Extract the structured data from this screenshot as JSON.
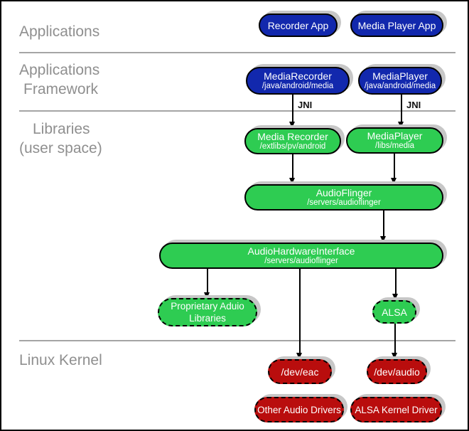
{
  "layers": {
    "applications": "Applications",
    "framework_line1": "Applications",
    "framework_line2": "Framework",
    "libraries_line1": "Libraries",
    "libraries_line2": "(user space)",
    "kernel": "Linux Kernel"
  },
  "labels": {
    "jni_left": "JNI",
    "jni_right": "JNI"
  },
  "nodes": {
    "recorder_app": {
      "title": "Recorder App"
    },
    "media_player_app": {
      "title": "Media Player App"
    },
    "media_recorder_fw": {
      "title": "MediaRecorder",
      "path": "/java/android/media"
    },
    "media_player_fw": {
      "title": "MediaPlayer",
      "path": "/java/android/media"
    },
    "media_recorder_lib": {
      "title": "Media Recorder",
      "path": "/extlibs/pv/android"
    },
    "media_player_lib": {
      "title": "MediaPlayer",
      "path": "/libs/media"
    },
    "audio_flinger": {
      "title": "AudioFlinger",
      "path": "/servers/audioflinger"
    },
    "audio_hardware_interface": {
      "title": "AudioHardwareInterface",
      "path": "/servers/audioflinger"
    },
    "proprietary_audio_libs": {
      "title_line1": "Proprietary Aduio",
      "title_line2": "Libraries"
    },
    "alsa": {
      "title": "ALSA"
    },
    "dev_eac": {
      "title": "/dev/eac"
    },
    "dev_audio": {
      "title": "/dev/audio"
    },
    "other_audio_drivers": {
      "title": "Other Audio Drivers"
    },
    "alsa_kernel_driver": {
      "title": "ALSA Kernel Driver"
    }
  },
  "colors": {
    "app_blue": "#1228ad",
    "library_green": "#2ecc52",
    "kernel_red": "#b90d0d",
    "shadow_gray": "#c7c7c7",
    "layer_label_gray": "#8f8f8f",
    "divider_gray": "#a5a5a5"
  }
}
